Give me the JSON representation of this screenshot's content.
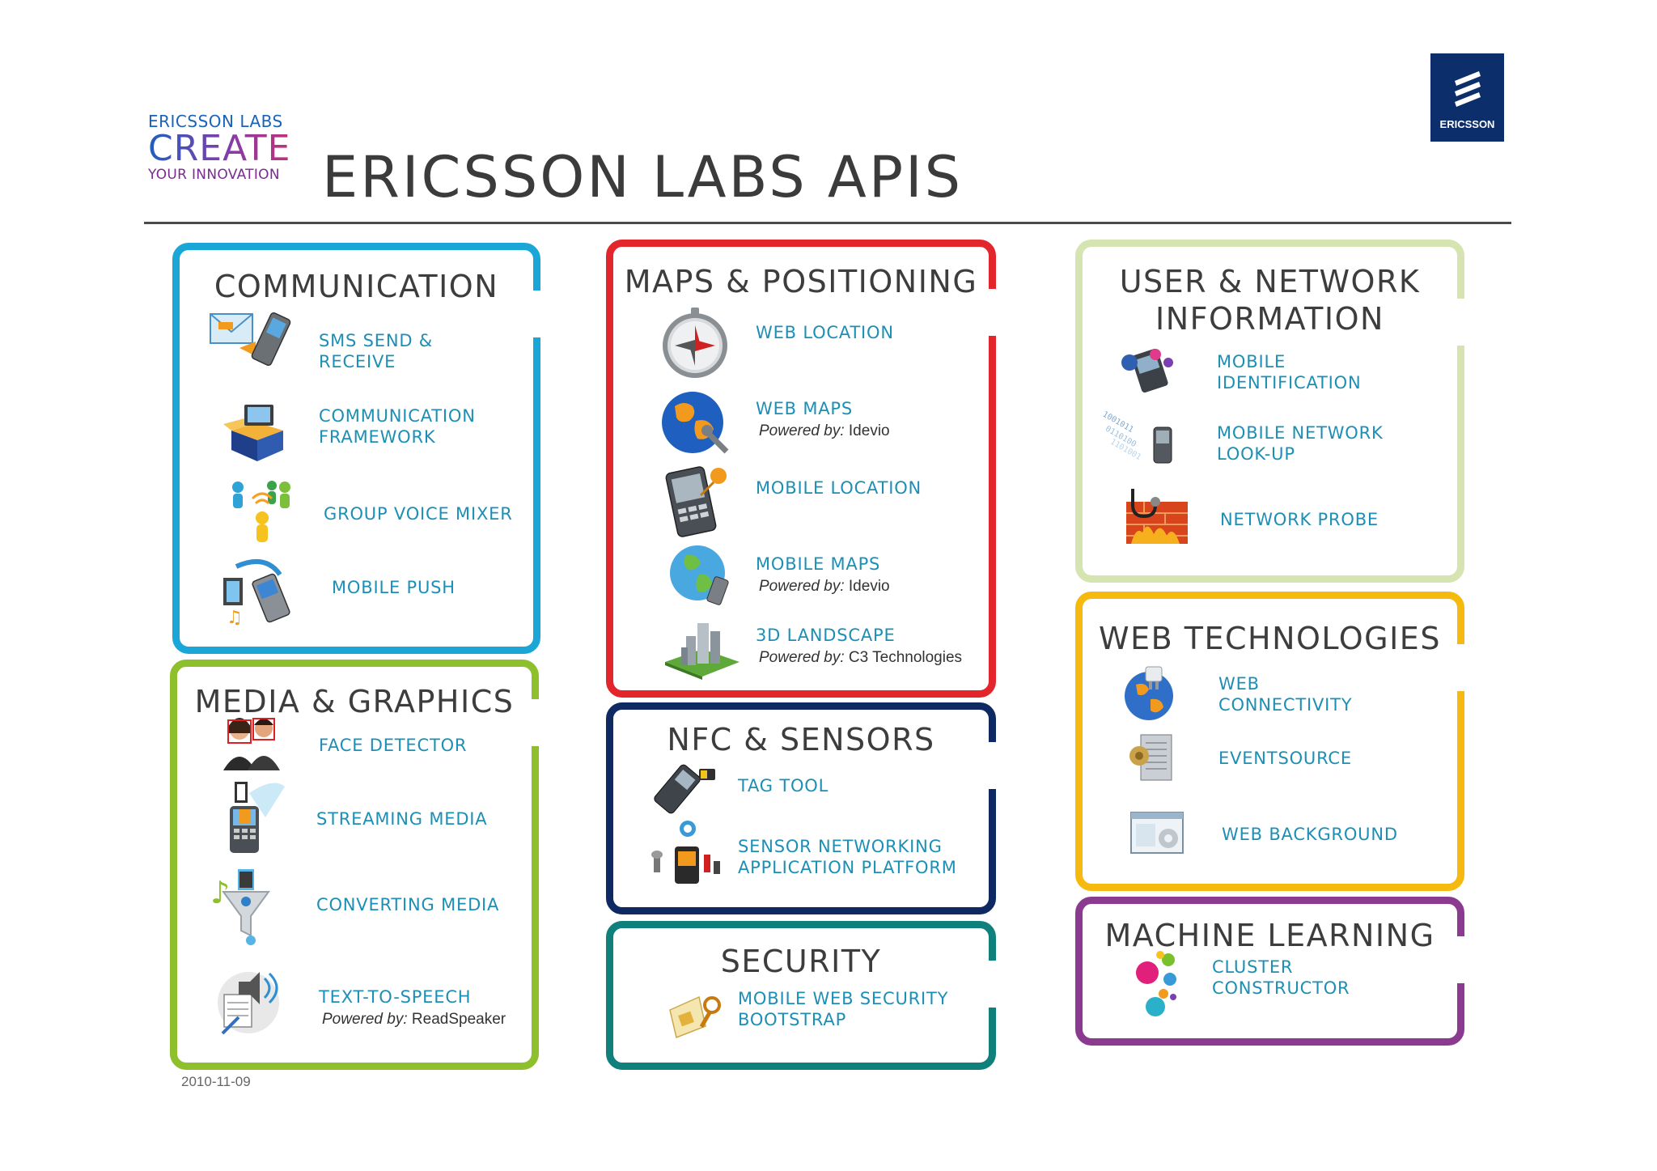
{
  "header": {
    "brand_line1": "ERICSSON LABS",
    "brand_line2": "CREATE",
    "brand_line3": "YOUR INNOVATION",
    "title": "ERICSSON LABS APIS",
    "logo_text": "ERICSSON"
  },
  "footer": {
    "date": "2010-11-09"
  },
  "colors": {
    "communication": "#1aa6d6",
    "media": "#8dc02c",
    "maps": "#e3262b",
    "nfc": "#0f2a63",
    "security": "#10807c",
    "user_network": "#d5e4b0",
    "web": "#f6b90f",
    "machine_learning": "#8a3b8f",
    "label": "#1d8fb5"
  },
  "panels": {
    "communication": {
      "title": "COMMUNICATION",
      "items": [
        {
          "label": "SMS SEND &\nRECEIVE",
          "icon": "sms-phone-icon"
        },
        {
          "label": "COMMUNICATION\nFRAMEWORK",
          "icon": "laptop-box-icon"
        },
        {
          "label": "GROUP VOICE MIXER",
          "icon": "group-people-icon"
        },
        {
          "label": "MOBILE PUSH",
          "icon": "push-phone-icon"
        }
      ]
    },
    "media": {
      "title": "MEDIA & GRAPHICS",
      "items": [
        {
          "label": "FACE DETECTOR",
          "icon": "faces-icon"
        },
        {
          "label": "STREAMING MEDIA",
          "icon": "streaming-phone-icon"
        },
        {
          "label": "CONVERTING MEDIA",
          "icon": "funnel-icon"
        },
        {
          "label": "TEXT-TO-SPEECH",
          "icon": "speaker-document-icon",
          "powered_prefix": "Powered by:",
          "powered_by": "ReadSpeaker"
        }
      ]
    },
    "maps": {
      "title": "MAPS & POSITIONING",
      "items": [
        {
          "label": "WEB LOCATION",
          "icon": "compass-icon"
        },
        {
          "label": "WEB MAPS",
          "icon": "globe-tools-icon",
          "powered_prefix": "Powered by:",
          "powered_by": "Idevio"
        },
        {
          "label": "MOBILE LOCATION",
          "icon": "phone-pin-icon"
        },
        {
          "label": "MOBILE MAPS",
          "icon": "globe-phone-icon",
          "powered_prefix": "Powered by:",
          "powered_by": "Idevio"
        },
        {
          "label": "3D LANDSCAPE",
          "icon": "city-landscape-icon",
          "powered_prefix": "Powered by:",
          "powered_by": "C3 Technologies"
        }
      ]
    },
    "nfc": {
      "title": "NFC & SENSORS",
      "items": [
        {
          "label": "TAG TOOL",
          "icon": "phone-tag-icon"
        },
        {
          "label": "SENSOR NETWORKING\nAPPLICATION PLATFORM",
          "icon": "sensors-icon"
        }
      ]
    },
    "security": {
      "title": "SECURITY",
      "items": [
        {
          "label": "MOBILE WEB SECURITY\nBOOTSTRAP",
          "icon": "sim-key-icon"
        }
      ]
    },
    "user_network": {
      "title": "USER & NETWORK\nINFORMATION",
      "items": [
        {
          "label": "MOBILE\nIDENTIFICATION",
          "icon": "id-phone-icon"
        },
        {
          "label": "MOBILE NETWORK\nLOOK-UP",
          "icon": "binary-phone-icon"
        },
        {
          "label": "NETWORK PROBE",
          "icon": "stethoscope-firewall-icon"
        }
      ]
    },
    "web": {
      "title": "WEB TECHNOLOGIES",
      "items": [
        {
          "label": "WEB\nCONNECTIVITY",
          "icon": "globe-plug-icon"
        },
        {
          "label": "EVENTSOURCE",
          "icon": "server-icon"
        },
        {
          "label": "WEB BACKGROUND",
          "icon": "browser-gear-icon"
        }
      ]
    },
    "machine_learning": {
      "title": "MACHINE LEARNING",
      "items": [
        {
          "label": "CLUSTER\nCONSTRUCTOR",
          "icon": "cluster-balls-icon"
        }
      ]
    }
  }
}
